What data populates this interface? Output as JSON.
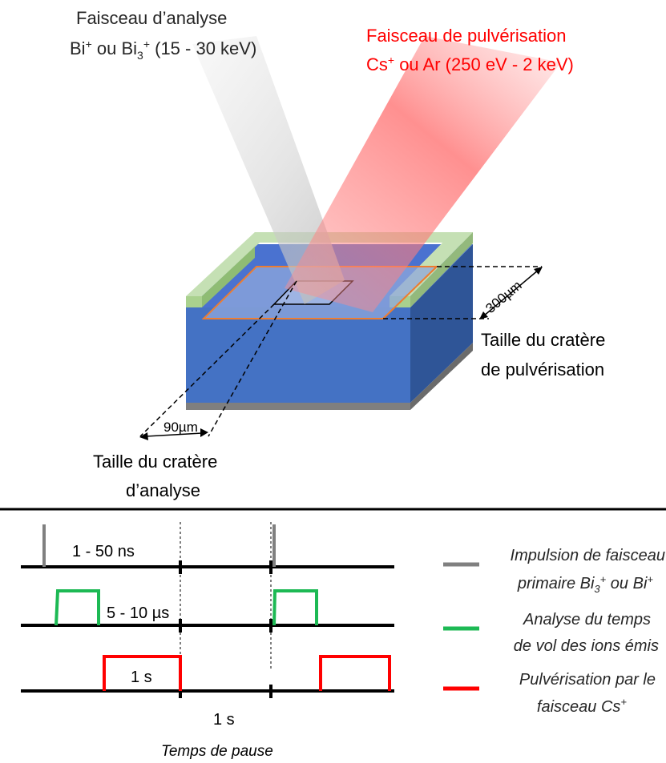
{
  "beams": {
    "analysis": {
      "line1": "Faisceau d’analyse",
      "line2_prefix": "Bi",
      "line2_sup1": "+",
      "line2_mid": " ou Bi",
      "line2_sub": "3",
      "line2_sup2": "+",
      "line2_suffix": " (15 - 30 keV)"
    },
    "sputter": {
      "line1": "Faisceau de pulvérisation",
      "line2_prefix": "Cs",
      "line2_sup": "+",
      "line2_suffix": " ou Ar (250 eV - 2 keV)"
    }
  },
  "dimensions": {
    "sputter_size": "300µm",
    "analysis_size": "90µm"
  },
  "crater_labels": {
    "sputter": {
      "line1": "Taille du cratère",
      "line2": "de pulvérisation"
    },
    "analysis": {
      "line1": "Taille du cratère",
      "line2": "d’analyse"
    }
  },
  "timing": {
    "row1": "1 - 50 ns",
    "row2": "5 - 10 µs",
    "row3": "1 s",
    "interval": "1 s",
    "pause": "Temps de pause"
  },
  "legend": [
    {
      "color": "#808080",
      "line1": "Impulsion de faisceau",
      "line2_prefix": "primaire Bi",
      "line2_sub": "3",
      "line2_sup1": "+",
      "line2_mid": " ou Bi",
      "line2_sup2": "+"
    },
    {
      "color": "#1db954",
      "line1": "Analyse du temps",
      "line2": "de vol des ions émis"
    },
    {
      "color": "#ff0000",
      "line1": "Pulvérisation par le",
      "line2_prefix": "faisceau Cs",
      "line2_sup": "+"
    }
  ],
  "colors": {
    "analysis_beam": "#c8c8c8",
    "sputter_beam": "#ff6b6b",
    "sample_top": "#4a72d0",
    "sample_front": "#3f6fcf",
    "sample_side": "#2f519a",
    "contact_green": "#c5e0b4",
    "crater_outline": "#ed7d31",
    "pulse_gray": "#808080",
    "pulse_green": "#1db954",
    "pulse_red": "#ff0000"
  }
}
